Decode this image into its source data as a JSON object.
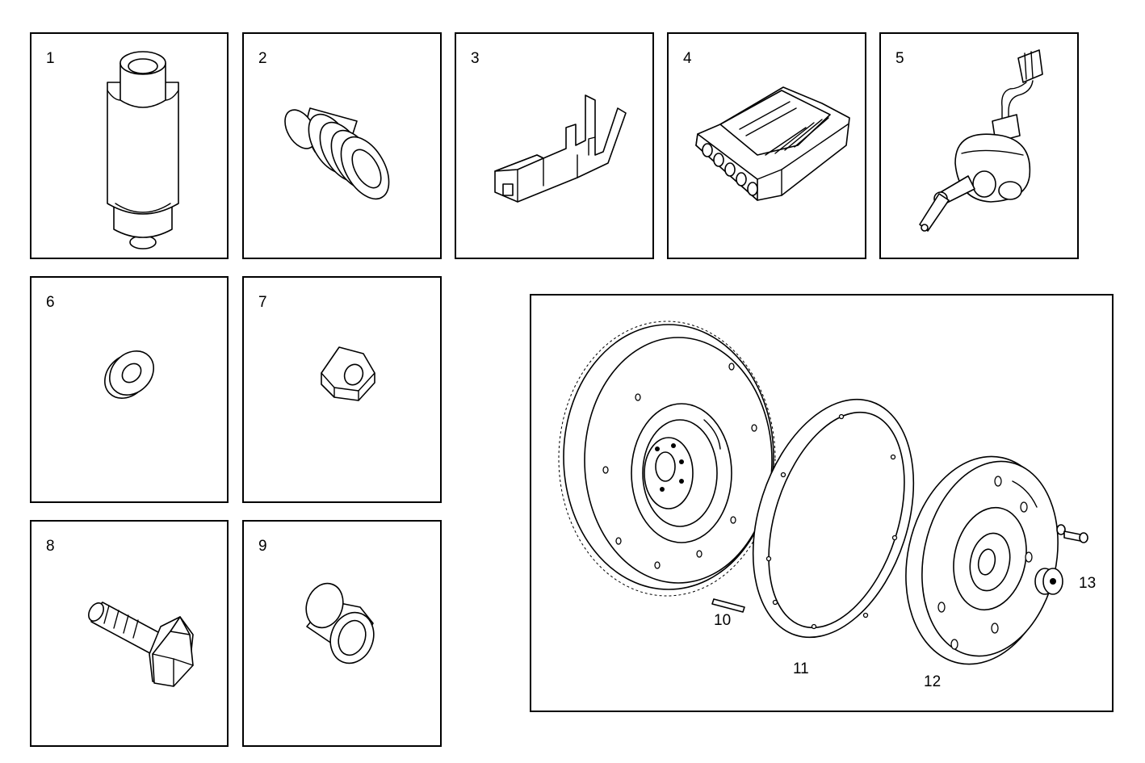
{
  "parts": [
    {
      "number": "1",
      "icon": "pressure-sensor-icon"
    },
    {
      "number": "2",
      "icon": "cable-seal-icon"
    },
    {
      "number": "3",
      "icon": "terminal-contact-icon"
    },
    {
      "number": "4",
      "icon": "connector-housing-icon"
    },
    {
      "number": "5",
      "icon": "actuator-icon"
    },
    {
      "number": "6",
      "icon": "washer-icon"
    },
    {
      "number": "7",
      "icon": "hex-nut-icon"
    },
    {
      "number": "8",
      "icon": "hex-bolt-icon"
    },
    {
      "number": "9",
      "icon": "spacer-bushing-icon"
    }
  ],
  "assembly": {
    "callouts": [
      "10",
      "11",
      "12",
      "13"
    ]
  }
}
